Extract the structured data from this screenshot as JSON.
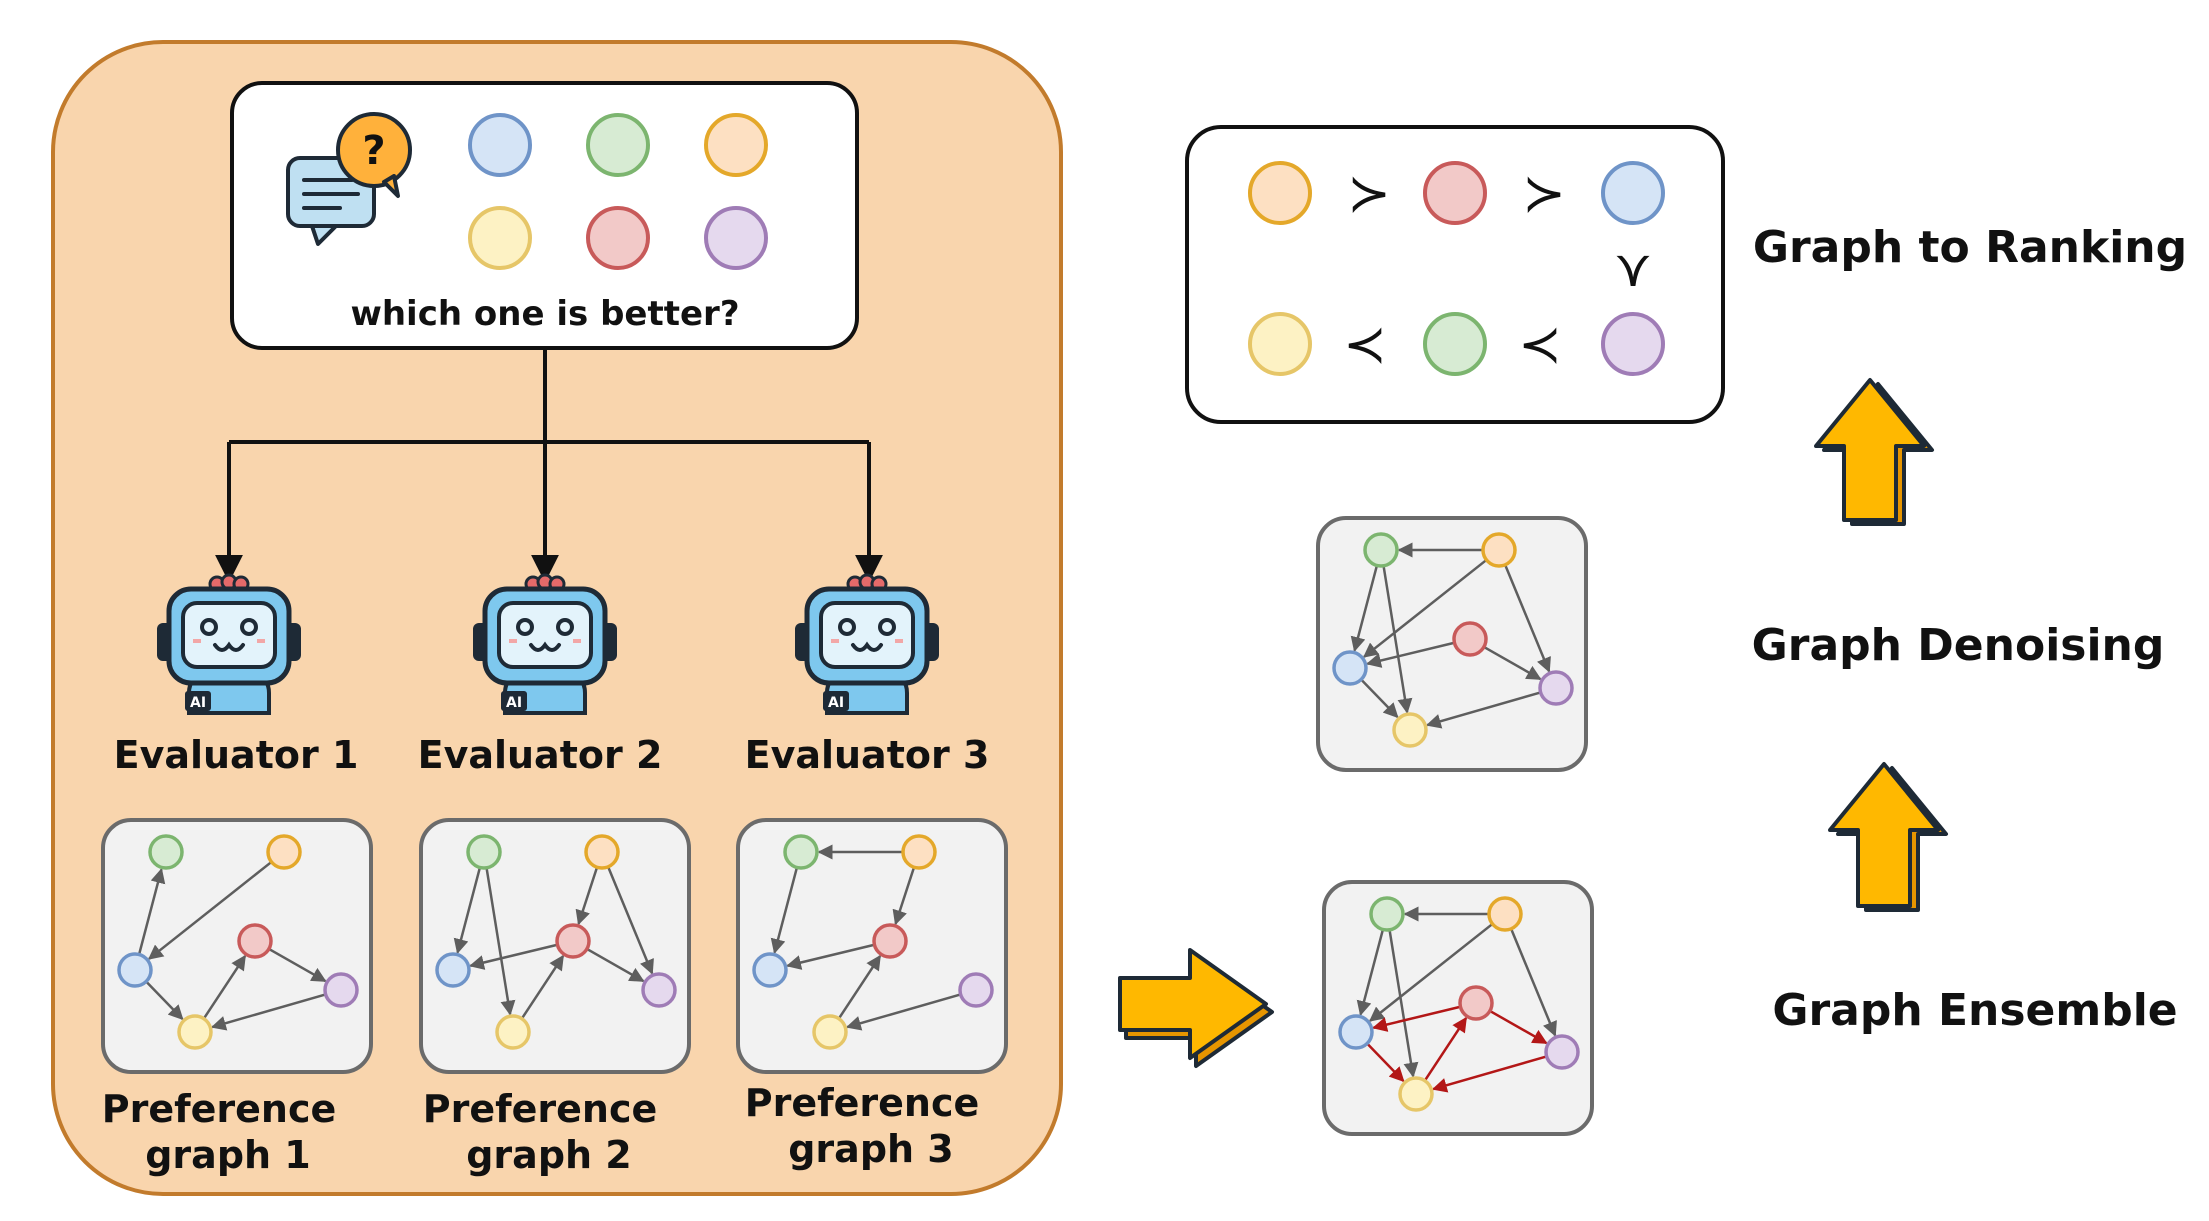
{
  "colors": {
    "panel_fill": "#f9d5ad",
    "panel_stroke": "#c27b2c",
    "graph_box_fill": "#f2f2f2",
    "graph_box_stroke": "#6b6b6b",
    "edge_gray": "#5e5e5e",
    "edge_red": "#b31717",
    "arrow_fill": "#ffb800",
    "arrow_shadow": "#e69500",
    "robot_body": "#7ec8ee",
    "robot_dark": "#1e2a36"
  },
  "nodes": {
    "green": {
      "fill": "#d7ebd3",
      "stroke": "#7cb56f"
    },
    "orange": {
      "fill": "#fde0c2",
      "stroke": "#e4a82a"
    },
    "blue": {
      "fill": "#d5e4f6",
      "stroke": "#6f94c8"
    },
    "red": {
      "fill": "#f2c9c8",
      "stroke": "#c85a5a"
    },
    "purple": {
      "fill": "#e5d9ee",
      "stroke": "#9f7cb6"
    },
    "yellow": {
      "fill": "#fdf2c4",
      "stroke": "#e6c668"
    }
  },
  "question": {
    "text": "which one is better?",
    "icon": "chat-question-icon",
    "mark": "?"
  },
  "evaluators": [
    {
      "label": "Evaluator 1",
      "badge": "AI"
    },
    {
      "label": "Evaluator 2",
      "badge": "AI"
    },
    {
      "label": "Evaluator 3",
      "badge": "AI"
    }
  ],
  "preference_graphs": [
    {
      "line1": "Preference",
      "line2": "graph 1"
    },
    {
      "line1": "Preference",
      "line2": "graph 2"
    },
    {
      "line1": "Preference",
      "line2": "graph 3"
    }
  ],
  "ranking": {
    "row1": [
      "orange",
      "red",
      "blue"
    ],
    "row2": [
      "yellow",
      "green",
      "purple"
    ],
    "succ": "≻",
    "prec": "≺",
    "vertical_symbol": "⋎"
  },
  "steps": {
    "ranking": "Graph to Ranking",
    "denoising": "Graph Denoising",
    "ensemble": "Graph Ensemble"
  }
}
